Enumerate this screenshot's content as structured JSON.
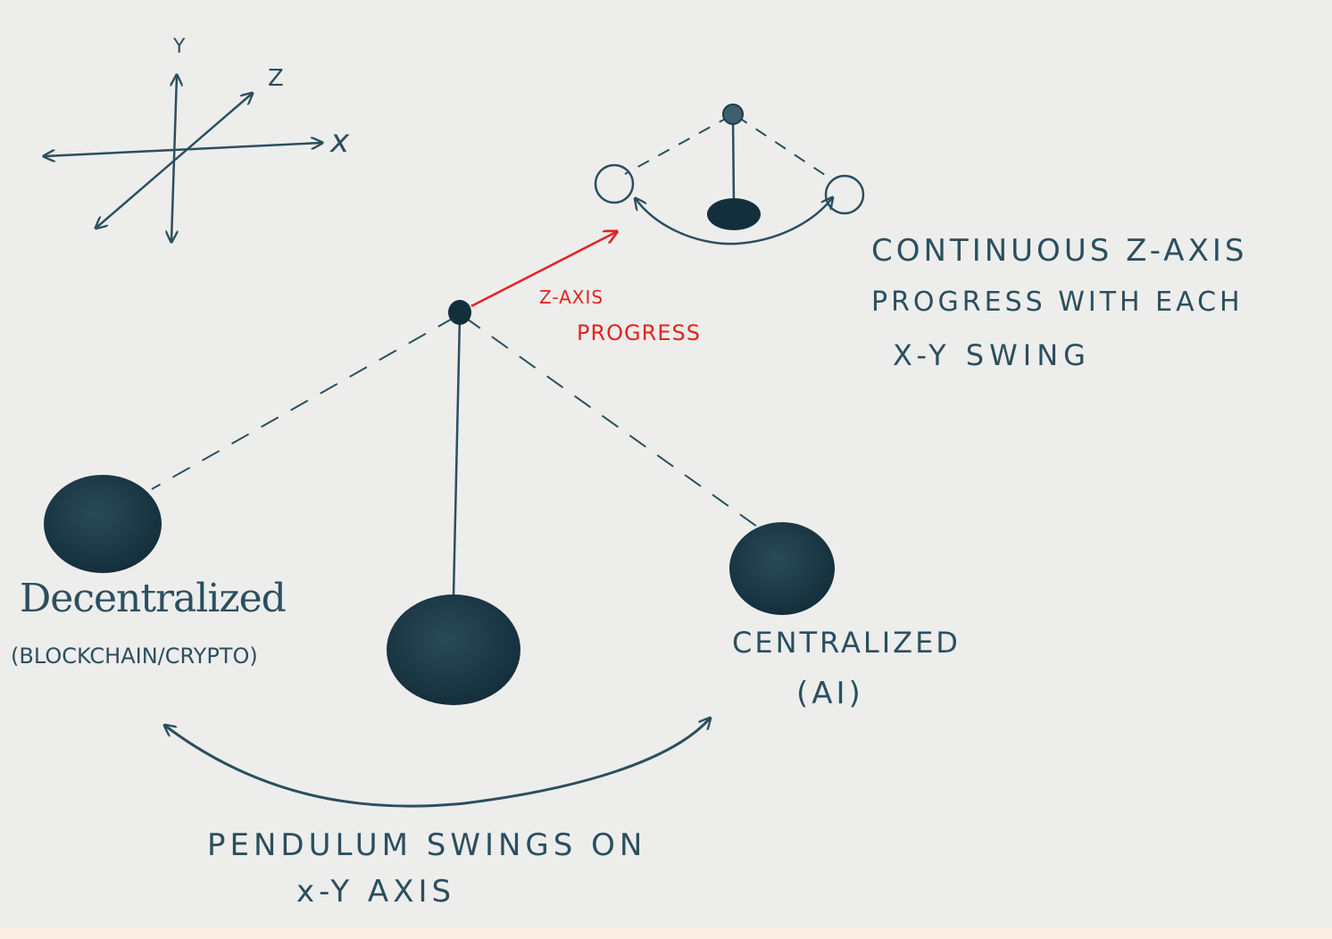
{
  "axes": {
    "y_label": "Y",
    "z_label": "Z",
    "x_label": "x"
  },
  "labels": {
    "decentralized": "Decentralized",
    "decentralized_sub": "(BLOCKCHAIN/CRYPTO)",
    "centralized": "CENTRALIZED",
    "centralized_sub": "(AI)",
    "pendulum_line1": "PENDULUM SWINGS ON",
    "pendulum_line2": "x-Y AXIS",
    "zaxis_line1": "Z-AXIS",
    "zaxis_line2": "PROGRESS",
    "continuous_line1": "CONTINUOUS  Z-AXIS",
    "continuous_line2": "PROGRESS  WITH  EACH",
    "continuous_line3": "X-Y  SWING"
  },
  "colors": {
    "ink": "#2b4f5e",
    "ball": "#1d3a49",
    "red": "#e5221f",
    "paper": "#ededec"
  }
}
